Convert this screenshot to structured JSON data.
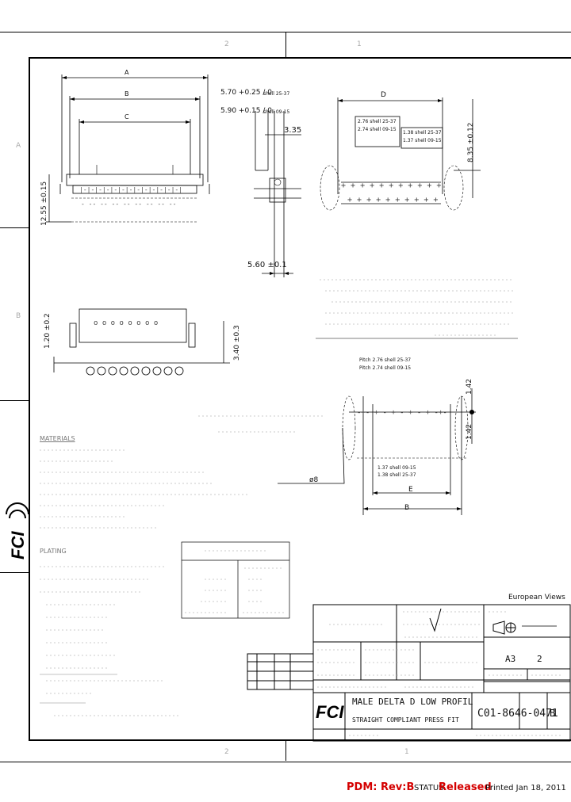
{
  "zones": {
    "top": [
      "2",
      "1"
    ],
    "left": [
      "A",
      "B"
    ],
    "bottom": [
      "2",
      "1"
    ]
  },
  "front_view": {
    "dim_a": "A",
    "dim_b": "B",
    "dim_c": "C",
    "height": "12.55 ±0.15"
  },
  "side_view": {
    "shell_top_1": "5.70 +0.25 / 0",
    "shell_top_1_note": "shell 25-37",
    "shell_top_2": "5.90 +0.15 / 0",
    "shell_top_2_note": "shell 09-15",
    "dim_335": "3.35",
    "dim_560": "5.60 ±0.1"
  },
  "pin_view": {
    "dim_d": "D",
    "pitch_box_1a": "2.76 shell 25-37",
    "pitch_box_1b": "2.74 shell 09-15",
    "pitch_box_2a": "1.38 shell 25-37",
    "pitch_box_2b": "1.37 shell 09-15",
    "dim_right": "8.35 ±0.12"
  },
  "bottom_view": {
    "dim_left": "1.20 ±0.2",
    "dim_right": "3.40 ±0.3"
  },
  "pcb_layout": {
    "pitch_1": "Pitch 2.76 shell 25-37",
    "pitch_2": "Pitch 2.74 shell 09-15",
    "dim_142_top": "1.42",
    "dim_142_bottom": "1.42",
    "hole_1": "1.37 shell 09-15",
    "hole_2": "1.38 shell 25-37",
    "dim_e": "E",
    "dim_b": "B",
    "dia": "ø8"
  },
  "materials_header": "MATERIALS",
  "notes_header": "PLATING",
  "europe_views": "European Views",
  "title_block": {
    "title_line_1": "MALE DELTA D LOW PROFIL",
    "title_line_2": "STRAIGHT COMPLIANT PRESS FIT",
    "doc_number": "C01-8646-0471",
    "revision": "B",
    "size": "A3",
    "sheet": "2"
  },
  "footer": {
    "pdm_label": "PDM: Rev:B",
    "status_label": "STATUS",
    "status_value": "Released",
    "printed": "Printed Jan 18, 2011"
  }
}
